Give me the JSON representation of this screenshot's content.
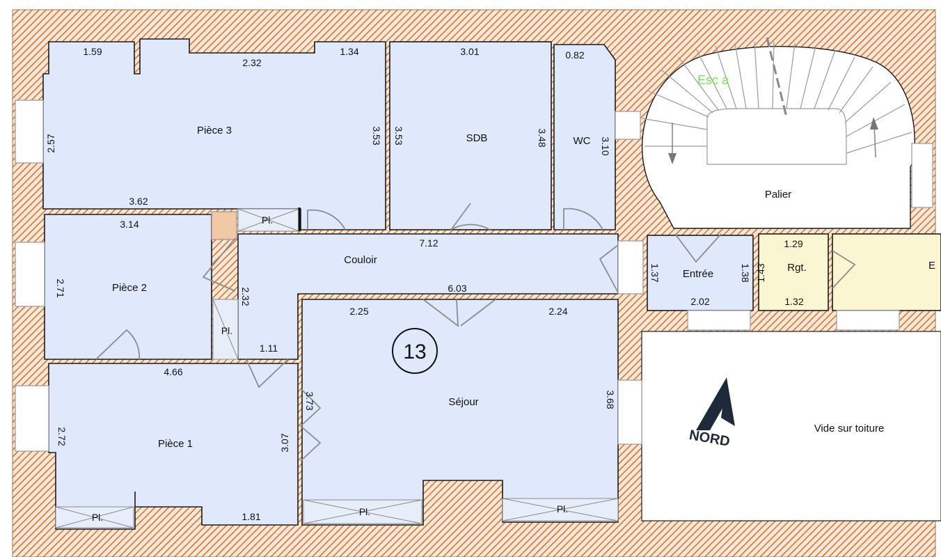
{
  "rooms": {
    "piece3": "Pièce 3",
    "sdb": "SDB",
    "wc": "WC",
    "palier": "Palier",
    "piece2": "Pièce 2",
    "couloir": "Couloir",
    "entree": "Entrée",
    "rgt": "Rgt.",
    "sejour": "Séjour",
    "piece1": "Pièce 1",
    "vide": "Vide sur toiture",
    "edge": "E"
  },
  "placards": {
    "pl_top": "Pl.",
    "pl_mid": "Pl.",
    "pl_p1": "Pl.",
    "pl_s1": "Pl.",
    "pl_s2": "Pl."
  },
  "stair_label": "Esc a",
  "apartment_number": "13",
  "north_label": "NORD",
  "dims": {
    "p3_a": "1.59",
    "p3_b": "2.32",
    "p3_c": "1.34",
    "p3_left": "2.57",
    "p3_right": "3.53",
    "p3_bottom": "3.62",
    "sdb_top": "3.01",
    "sdb_left": "3.53",
    "sdb_right": "3.48",
    "wc_top": "0.82",
    "wc_right": "3.10",
    "p2_top": "3.14",
    "p2_left": "2.71",
    "cou_top": "7.12",
    "cou_left": "2.32",
    "cou_bottom": "6.03",
    "cou_small": "1.11",
    "ent_left": "1.37",
    "ent_right": "1.38",
    "ent_bottom": "2.02",
    "rgt_top": "1.29",
    "rgt_left": "1.43",
    "rgt_bottom": "1.32",
    "sej_a": "2.25",
    "sej_b": "2.24",
    "sej_left": "3.73",
    "sej_right": "3.68",
    "p1_top": "4.66",
    "p1_left": "2.72",
    "p1_right": "3.07",
    "p1_bottom": "1.81"
  },
  "colors": {
    "room_fill": "#dfe9fb",
    "storage_fill": "#fbf6d2",
    "wall_hatch": "#c8733a",
    "stair_label": "#7be05a"
  }
}
